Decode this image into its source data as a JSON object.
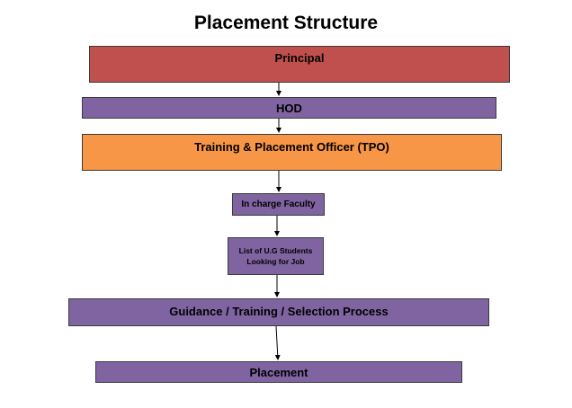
{
  "title": "Placement Structure",
  "colors": {
    "red": "#c0504d",
    "purple": "#8064a2",
    "orange": "#f79646",
    "border": "#3b3b3b",
    "arrow": "#000000"
  },
  "nodes": {
    "principal": "Principal",
    "hod": "HOD",
    "tpo": "Training & Placement Officer (TPO)",
    "incharge": "In charge Faculty",
    "list_line1": "List of  U.G Students",
    "list_line2": "Looking for Job",
    "guidance": "Guidance / Training / Selection Process",
    "placement": "Placement"
  },
  "edges": [
    {
      "from": "principal",
      "to": "hod"
    },
    {
      "from": "hod",
      "to": "tpo"
    },
    {
      "from": "tpo",
      "to": "incharge"
    },
    {
      "from": "incharge",
      "to": "list"
    },
    {
      "from": "list",
      "to": "guidance"
    },
    {
      "from": "guidance",
      "to": "placement"
    }
  ]
}
